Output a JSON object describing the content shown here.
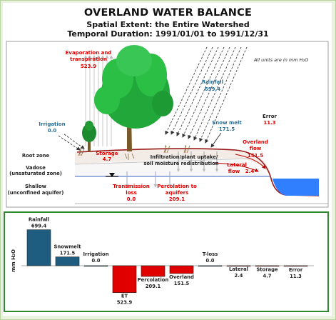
{
  "header": {
    "title": "OVERLAND WATER BALANCE",
    "subtitle": "Spatial Extent: the Entire Watershed",
    "duration": "Temporal Duration: 1991/01/01 to 1991/12/31"
  },
  "diagram": {
    "units_note": "All units are in mm H₂O",
    "evapotranspiration": {
      "label_line1": "Evaporation and",
      "label_line2": "transpiration",
      "value": "523.9"
    },
    "rainfall": {
      "label": "Rainfall",
      "value": "699.4"
    },
    "irrigation": {
      "label": "Irrigation",
      "value": "0.0"
    },
    "snowmelt": {
      "label": "Snow melt",
      "value": "171.5"
    },
    "error": {
      "label": "Error",
      "value": "11.3"
    },
    "storage": {
      "label": "Storage",
      "value": "4.7"
    },
    "overland_flow": {
      "label_line1": "Overland",
      "label_line2": "flow",
      "value": "151.5"
    },
    "lateral_flow": {
      "label_line1": "Lateral",
      "label_line2": "flow",
      "value": "2.4"
    },
    "infiltration": {
      "line1": "Infiltration/plant uptake/",
      "line2": "soil moisture redistribution"
    },
    "transmission_loss": {
      "label_line1": "Transmission",
      "label_line2": "loss",
      "value": "0.0"
    },
    "percolation": {
      "label_line1": "Percolation to",
      "label_line2": "aquifers",
      "value": "209.1"
    },
    "zones": {
      "root_zone": "Root zone",
      "vadose_line1": "Vadose",
      "vadose_line2": "(unsaturated zone)",
      "shallow_line1": "Shallow",
      "shallow_line2": "(unconfined aquifer)"
    }
  },
  "colors": {
    "positive": "#1f5d80",
    "negative": "#e00000",
    "value_blue": "#2a6f97",
    "value_red": "#e00000",
    "border_green": "#2f8a2f",
    "water": "#2f7fff"
  },
  "chart_data": {
    "type": "bar",
    "ylabel": "mm H₂O",
    "categories": [
      "Rainfall",
      "Snowmelt",
      "Irrigation",
      "ET",
      "Percolation",
      "Overland",
      "T-loss",
      "Lateral",
      "Storage",
      "Error"
    ],
    "values": [
      699.4,
      171.5,
      0.0,
      -523.9,
      -209.1,
      -151.5,
      0.0,
      -2.4,
      -4.7,
      -11.3
    ],
    "value_labels": [
      "699.4",
      "171.5",
      "0.0",
      "523.9",
      "209.1",
      "151.5",
      "0.0",
      "2.4",
      "4.7",
      "11.3"
    ],
    "grid": false
  }
}
